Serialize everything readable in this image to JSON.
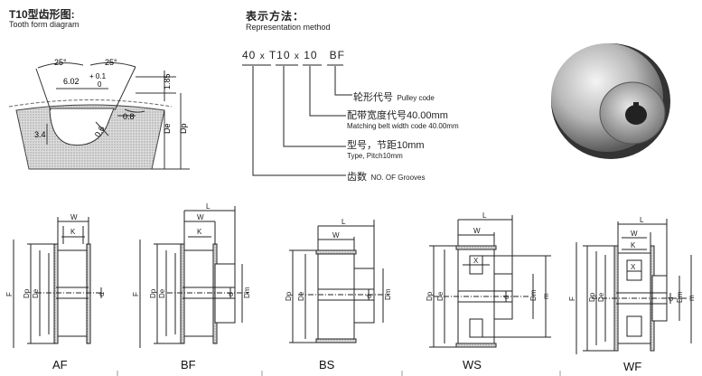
{
  "tooth": {
    "title_cn": "T10型齿形图:",
    "title_en": "Tooth form diagram",
    "angle_left": "25°",
    "angle_right": "25°",
    "width": "6.02",
    "tol_plus": "+ 0.1",
    "tol_zero": "0",
    "depth": "3.4",
    "fillet": "0.6",
    "radius": "0.8",
    "h185": "1.85",
    "de": "De",
    "dp": "Dp"
  },
  "rep": {
    "title_cn": "表示方法：",
    "title_en": "Representation method",
    "code_a": "40",
    "code_x1": "x",
    "code_b": "T10",
    "code_x2": "x",
    "code_c": "10",
    "code_d": "BF",
    "pulley_cn": "轮形代号",
    "pulley_en": "Pulley code",
    "width_cn": "配带宽度代号40.00mm",
    "width_en": "Matching belt width code 40.00mm",
    "type_cn": "型号，节距10mm",
    "type_en": "Type, Pitch10mm",
    "grooves_cn": "齿数",
    "grooves_en": "NO. OF Grooves"
  },
  "dims": {
    "w": "W",
    "k": "K",
    "l": "L",
    "x": "X",
    "f": "F",
    "dp": "Dp",
    "de": "De",
    "d": "d",
    "dm": "Dm",
    "m": "m"
  },
  "types": [
    "AF",
    "BF",
    "BS",
    "WS",
    "WF"
  ]
}
